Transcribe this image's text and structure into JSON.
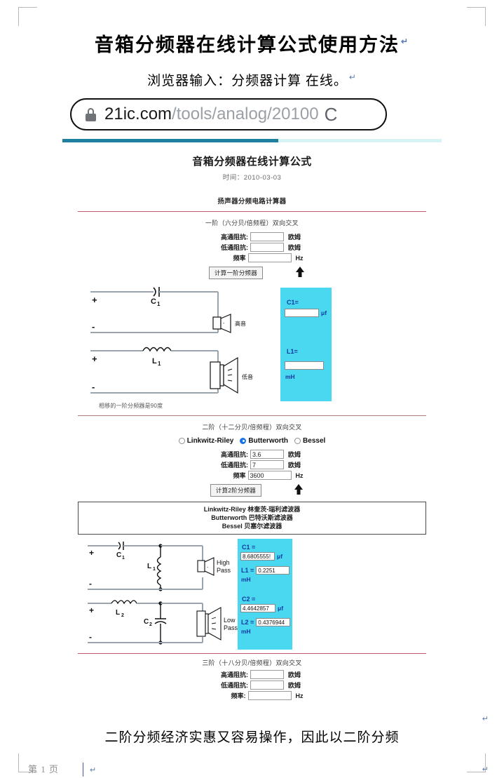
{
  "document": {
    "title": "音箱分频器在线计算公式使用方法",
    "subtitle": "浏览器输入：分频器计算 在线。",
    "bottom_text": "二阶分频经济实惠又容易操作，因此以二阶分频",
    "page_number": "第 1 页",
    "paragraph_mark": "↵"
  },
  "browser": {
    "lock_icon": "lock-icon",
    "url_host": "21ic.com",
    "url_path": "/tools/analog/20100",
    "url_tail": "C"
  },
  "webpage": {
    "title": "音箱分频器在线计算公式",
    "date": "时间：2010-03-03",
    "section_heading": "扬声器分频电路计算器",
    "first_order": {
      "label": "一阶（六分贝/倍频程）双向交叉",
      "fields": [
        {
          "label": "高通阻抗:",
          "value": "",
          "unit": "欧姆"
        },
        {
          "label": "低通阻抗:",
          "value": "",
          "unit": "欧姆"
        },
        {
          "label": "频率",
          "value": "",
          "unit": "Hz"
        }
      ],
      "button": "计算一阶分频器",
      "caption": "相移的一阶分频器是90度",
      "circuit": {
        "cap_label": "C",
        "cap_sub": "1",
        "ind_label": "L",
        "ind_sub": "1",
        "plus": "+",
        "minus": "-",
        "speaker_high": "高音",
        "speaker_low": "低音"
      },
      "results": [
        {
          "label": "C1=",
          "value": "",
          "unit": "μf"
        },
        {
          "label": "L1=",
          "value": "",
          "unit": "mH"
        }
      ]
    },
    "second_order": {
      "label": "二阶（十二分贝/倍频程）双向交叉",
      "filter_options": [
        {
          "name": "Linkwitz-Riley",
          "selected": false
        },
        {
          "name": "Butterworth",
          "selected": true
        },
        {
          "name": "Bessel",
          "selected": false
        }
      ],
      "fields": [
        {
          "label": "高通阻抗:",
          "value": "3.6",
          "unit": "欧姆"
        },
        {
          "label": "低通阻抗:",
          "value": "7",
          "unit": "欧姆"
        },
        {
          "label": "频率",
          "value": "3600",
          "unit": "Hz"
        }
      ],
      "button": "计算2阶分频器",
      "legend": [
        "Linkwitz-Riley 林奎茨-瑞利滤波器",
        "Butterworth 巴特沃斯滤波器",
        "Bessel 贝塞尔滤波器"
      ],
      "circuit": {
        "c1": "C",
        "c1_sub": "1",
        "l1": "L",
        "l1_sub": "1",
        "l2": "L",
        "l2_sub": "2",
        "c2": "C",
        "c2_sub": "2",
        "plus": "+",
        "minus": "-",
        "speaker_high_1": "High",
        "speaker_high_2": "Pass",
        "speaker_low_1": "Low",
        "speaker_low_2": "Pass"
      },
      "results": [
        {
          "label": "C1 =",
          "value": "8.6805555!",
          "unit": "μf"
        },
        {
          "label": "L1 =",
          "value": "0.2251",
          "unit": "mH"
        },
        {
          "label": "C2 =",
          "value": "4.4642857",
          "unit": "μf"
        },
        {
          "label": "L2 =",
          "value": "0.4376944",
          "unit": "mH"
        }
      ]
    },
    "third_order": {
      "label": "三阶（十八分贝/倍频程）双向交叉",
      "fields": [
        {
          "label": "高通阻抗:",
          "value": "",
          "unit": "欧姆"
        },
        {
          "label": "低通阻抗:",
          "value": "",
          "unit": "欧姆"
        },
        {
          "label": "频率:",
          "value": "",
          "unit": "Hz"
        }
      ]
    }
  },
  "colors": {
    "result_panel": "#4ad8f0",
    "result_text": "#1038a0",
    "accent_bar": "#1f7fa0",
    "divider": "#c4566e"
  }
}
